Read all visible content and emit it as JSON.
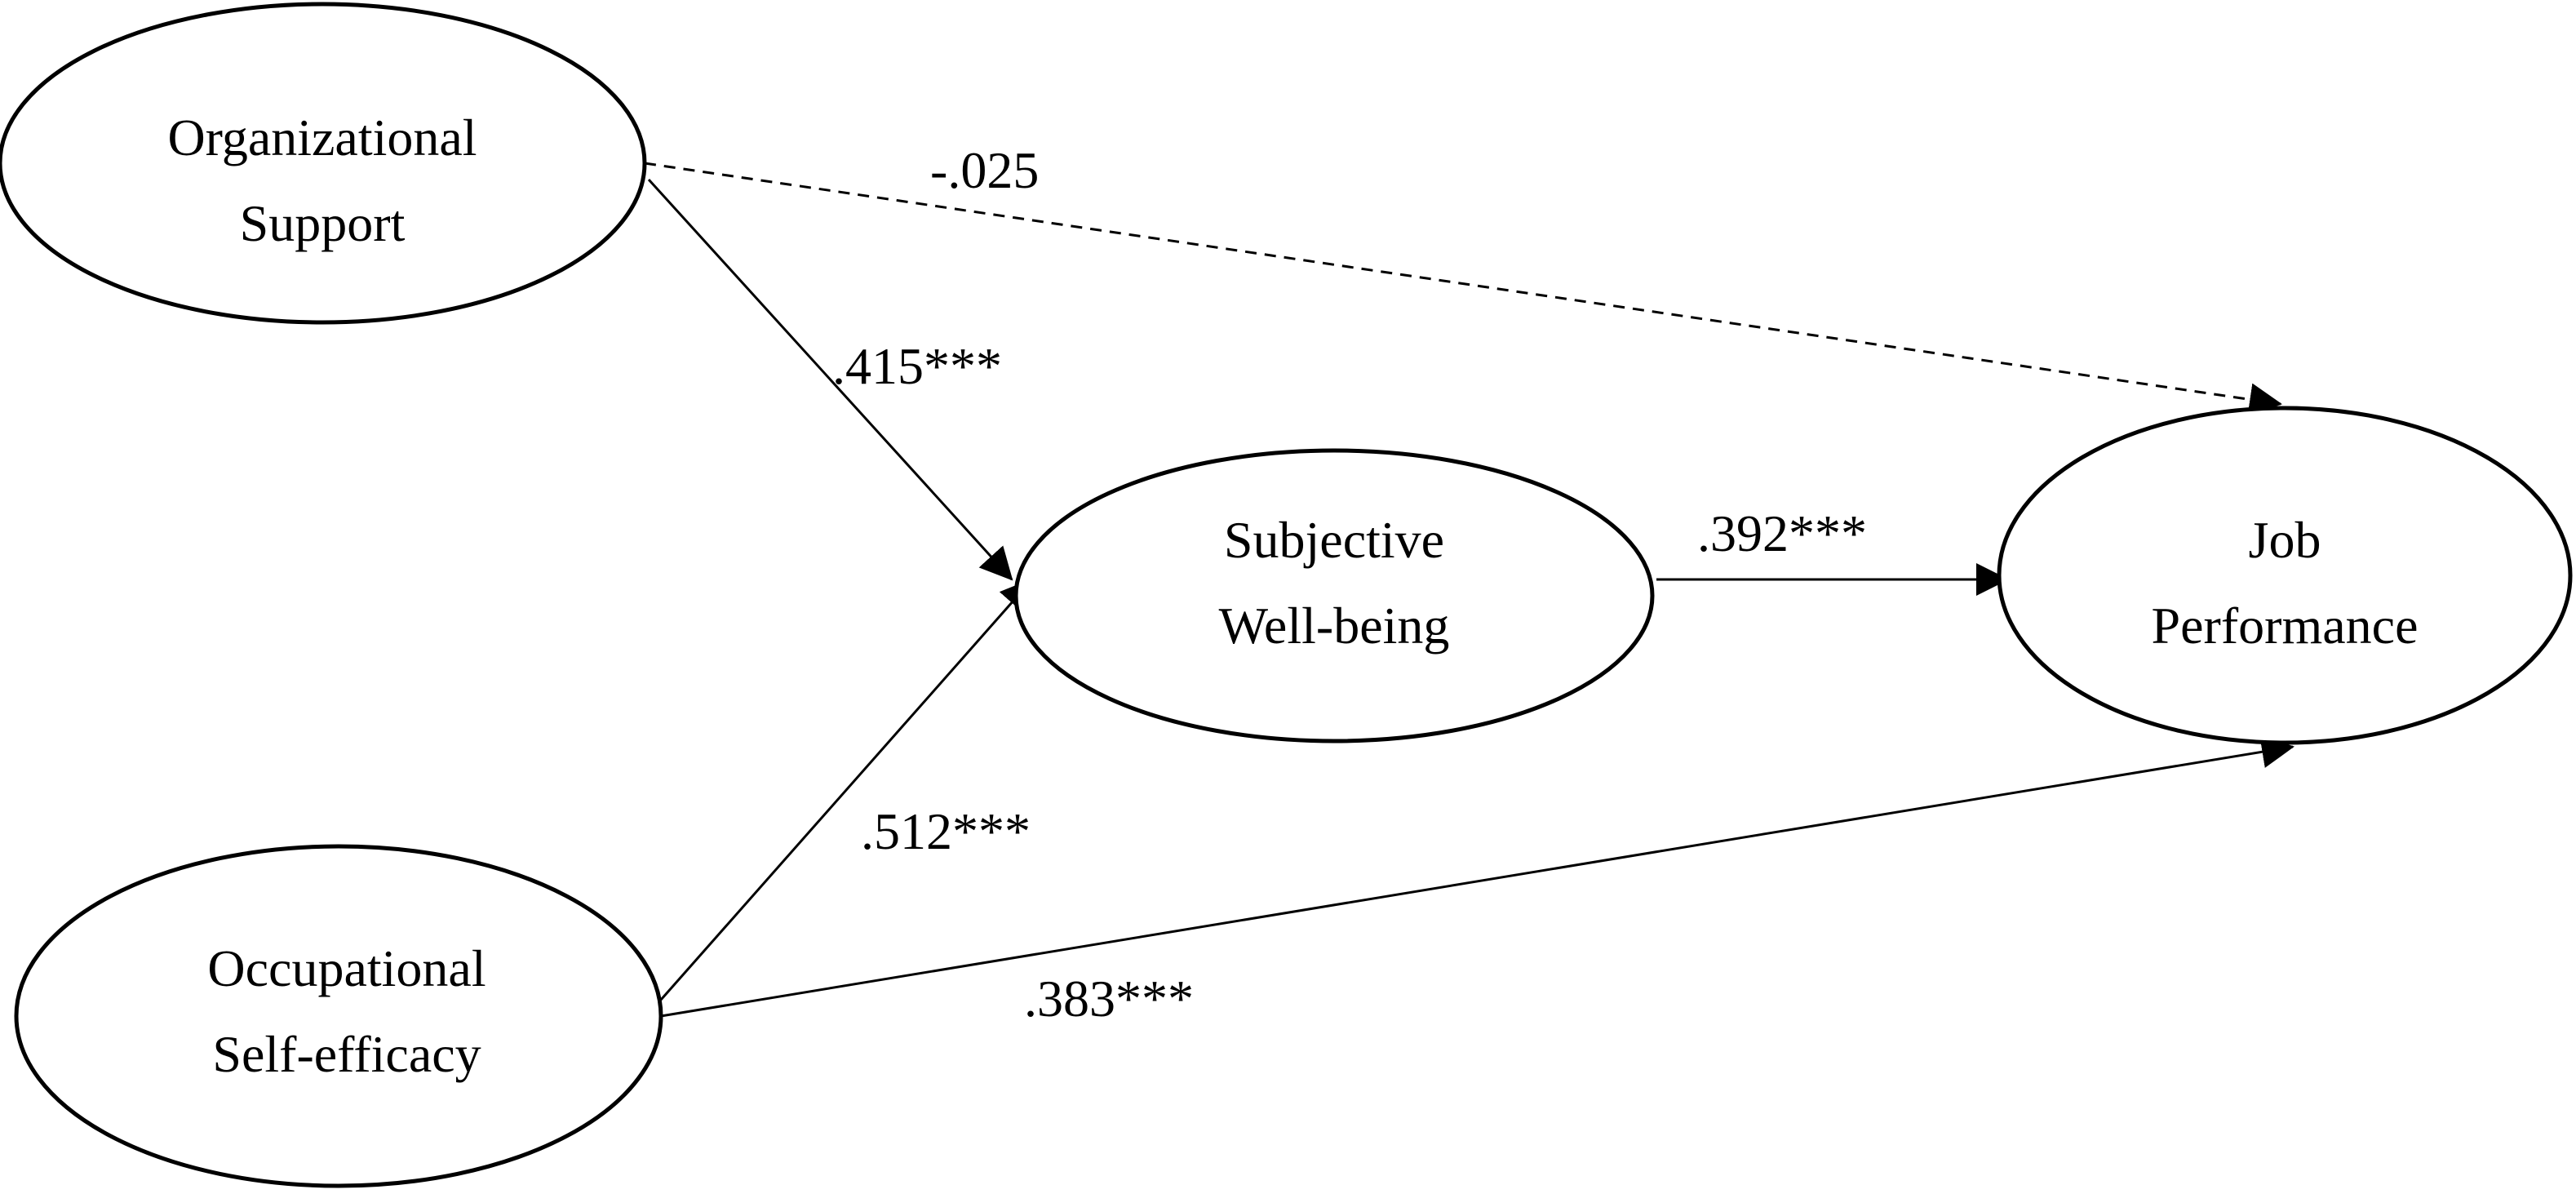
{
  "diagram": {
    "nodes": {
      "org_support": {
        "line1": "Organizational",
        "line2": "Support"
      },
      "well_being": {
        "line1": "Subjective",
        "line2": "Well-being"
      },
      "job_perf": {
        "line1": "Job",
        "line2": "Performance"
      },
      "self_efficacy": {
        "line1": "Occupational",
        "line2": "Self-efficacy"
      }
    },
    "edges": {
      "org_to_job": {
        "label": "-.025",
        "style": "dashed"
      },
      "org_to_wb": {
        "label": ".415***",
        "style": "solid"
      },
      "wb_to_job": {
        "label": ".392***",
        "style": "solid"
      },
      "se_to_wb": {
        "label": ".512***",
        "style": "solid"
      },
      "se_to_job": {
        "label": ".383***",
        "style": "solid"
      }
    },
    "colors": {
      "stroke": "#000000",
      "background": "#ffffff"
    }
  }
}
